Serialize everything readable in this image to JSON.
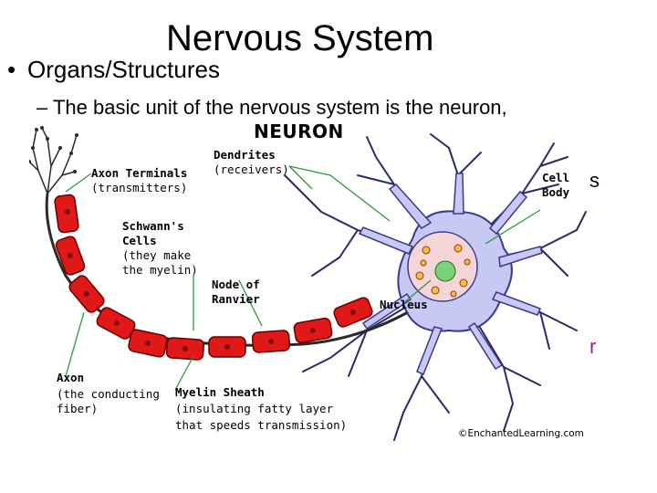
{
  "slide": {
    "title": "Nervous System",
    "bullet": "Organs/Structures",
    "sub_bullet": "– The basic unit of the nervous system is the neuron,",
    "fragment_s": "s",
    "fragment_r": "r"
  },
  "diagram": {
    "title": "NEURON",
    "labels": {
      "axon_terminals": "Axon Terminals",
      "transmitters": "(transmitters)",
      "dendrites": "Dendrites",
      "receivers": "(receivers)",
      "cell": "Cell",
      "body": "Body",
      "schwann1": "Schwann's",
      "schwann2": "Cells",
      "schwann3": "(they make",
      "schwann4": "the myelin)",
      "node1": "Node of",
      "node2": "Ranvier",
      "nucleus": "Nucleus",
      "axon": "Axon",
      "axon_desc1": "(the conducting",
      "axon_desc2": "fiber)",
      "myelin1": "Myelin Sheath",
      "myelin2": "(insulating fatty layer",
      "myelin3": "that speeds transmission)"
    },
    "credit": "©EnchantedLearning.com",
    "colors": {
      "cell_body": "#c8c8f4",
      "cell_outline": "#3a3a8a",
      "myelin": "#e01818",
      "leader": "#2a9a3a",
      "nucleus": "#f4d6d6"
    }
  }
}
